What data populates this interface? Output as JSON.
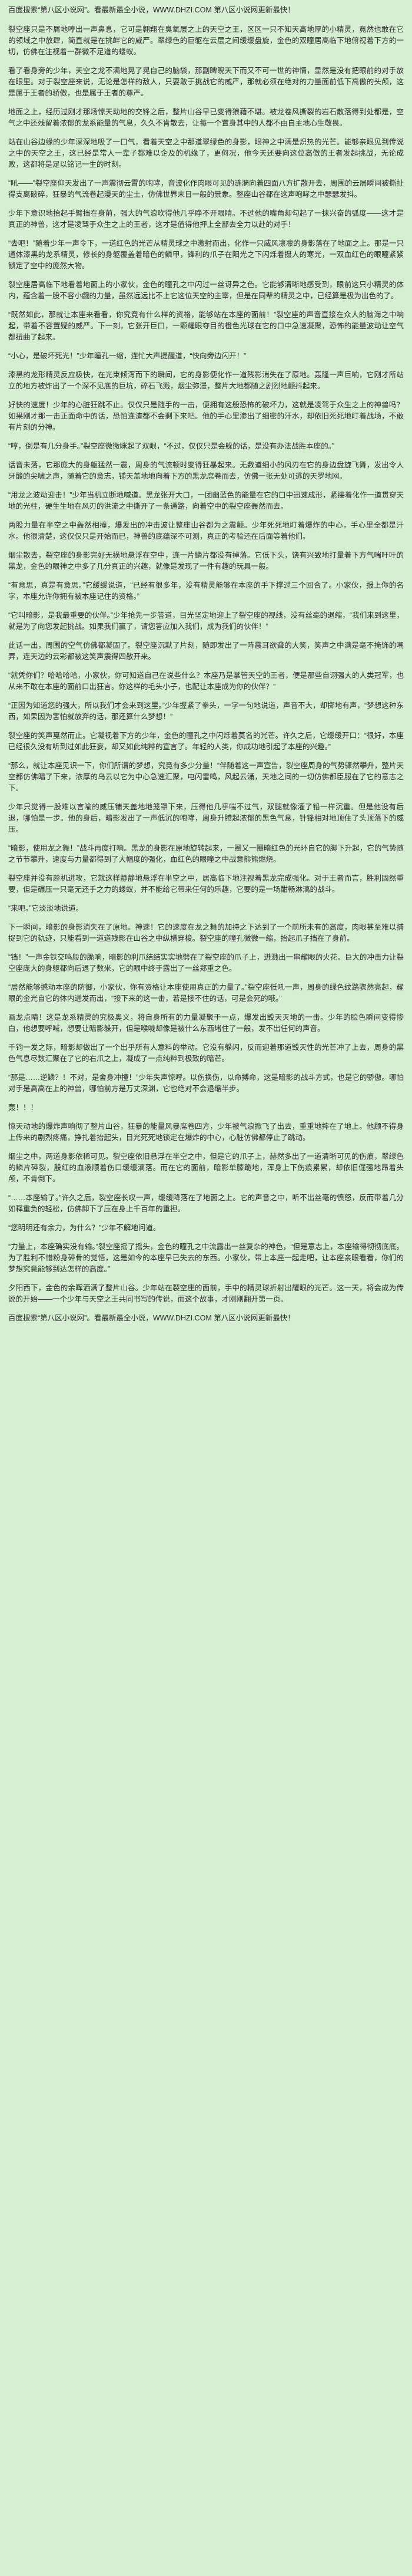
{
  "page": {
    "background_color": "#d6eed2",
    "text_color": "#2b2b2b"
  },
  "header": {
    "site_line": "百度搜索“第八区小说网”。看最新最全小说，WWW.DHZI.COM 第八区小说网更新最快！"
  },
  "footer": {
    "site_line": "百度搜索“第八区小说网”。看最新最全小说，WWW.DHZI.COM 第八区小说网更新最快！"
  },
  "content": {
    "paragraphs": [
      "裂空座只是不屑地哼出一声鼻息，它可是翱翔在臭氧层之上的天空之王，区区一只不知天高地厚的小精灵，竟然也敢在它的领域之中放肆，简直就是在挑衅它的威严。翠绿色的巨躯在云层之间缓缓盘旋，金色的双瞳居高临下地俯视着下方的一切，仿佛在注视着一群微不足道的蝼蚁。",
      "看了看身旁的少年，天空之龙不满地晃了晃自己的脑袋，那副睥睨天下而又不可一世的神情，显然是没有把眼前的对手放在眼里。对于裂空座来说，无论是怎样的敌人，只要敢于挑战它的威严，那就必须在绝对的力量面前低下高傲的头颅，这是属于王者的骄傲，也是属于王者的尊严。",
      "地面之上，经历过刚才那场惊天动地的交锋之后，整片山谷早已变得狼藉不堪。被龙卷风撕裂的岩石散落得到处都是，空气之中还残留着浓郁的龙系能量的气息，久久不肯散去，让每一个置身其中的人都不由自主地心生敬畏。",
      "站在山谷边缘的少年深深地吸了一口气，看着天空之中那道翠绿色的身影，眼神之中满是炽热的光芒。能够亲眼见到传说之中的天空之王，这已经是常人一辈子都难以企及的机缘了，更何况，他今天还要向这位高傲的王者发起挑战，无论成败，这都将是足以铭记一生的时刻。",
      "“吼——”裂空座仰天发出了一声震彻云霄的咆哮，音波化作肉眼可见的涟漪向着四面八方扩散开去，周围的云层瞬间被撕扯得支离破碎，狂暴的气流卷起漫天的尘土，仿佛世界末日一般的景象。整座山谷都在这声咆哮之中瑟瑟发抖。",
      "少年下意识地抬起手臂挡在身前，强大的气浪吹得他几乎睁不开眼睛。不过他的嘴角却勾起了一抹兴奋的弧度——这才是真正的神兽，这才是凌驾于众生之上的王者，这才是值得他押上全部去全力以赴的对手！",
      "“去吧！”随着少年一声令下，一道红色的光芒从精灵球之中激射而出，化作一只威风凛凛的身影落在了地面之上。那是一只通体漆黑的龙系精灵，修长的身躯覆盖着暗色的鳞甲，锋利的爪子在阳光之下闪烁着摄人的寒光，一双血红色的眼瞳紧紧锁定了空中的庞然大物。",
      "裂空座居高临下地看着地面上的小家伙，金色的瞳孔之中闪过一丝讶异之色。它能够清晰地感受到，眼前这只小精灵的体内，蕴含着一股不容小觑的力量，虽然远远比不上它这位天空的主宰，但是在同辈的精灵之中，已经算是极为出色的了。",
      "“既然如此，那就让本座来看看，你究竟有什么样的资格，能够站在本座的面前！”裂空座的声音直接在众人的脑海之中响起，带着不容置疑的威严。下一刻，它张开巨口，一颗耀眼夺目的橙色光球在它的口中急速凝聚，恐怖的能量波动让空气都扭曲了起来。",
      "“小心，是破坏死光！”少年瞳孔一缩，连忙大声提醒道，“快向旁边闪开！”",
      "漆黑的龙形精灵反应极快，在光束倾泻而下的瞬间，它的身影便化作一道残影消失在了原地。轰隆一声巨响，它刚才所站立的地方被炸出了一个深不见底的巨坑，碎石飞溅，烟尘弥漫，整片大地都随之剧烈地颤抖起来。",
      "好快的速度！少年的心脏狂跳不止。仅仅只是随手的一击，便拥有这般恐怖的破坏力，这就是凌驾于众生之上的神兽吗？如果刚才那一击正面命中的话，恐怕连渣都不会剩下来吧。他的手心里渗出了细密的汗水，却依旧死死地盯着战场，不敢有片刻的分神。",
      "“哼，倒是有几分身手。”裂空座微微眯起了双眼，“不过，仅仅只是会躲的话，是没有办法战胜本座的。”",
      "话音未落，它那庞大的身躯猛然一震，周身的气流顿时变得狂暴起来。无数道细小的风刃在它的身边盘旋飞舞，发出令人牙酸的尖啸之声，随着它的意志，铺天盖地地向着下方的黑龙席卷而去，仿佛一张无处可逃的天罗地网。",
      "“用龙之波动迎击！”少年当机立断地喊道。黑龙张开大口，一团幽蓝色的能量在它的口中迅速成形，紧接着化作一道贯穿天地的光柱，硬生生地在风刃的洪流之中撕开了一条通路，向着空中的裂空座轰然而去。",
      "两股力量在半空之中轰然相撞，爆发出的冲击波让整座山谷都为之震颤。少年死死地盯着爆炸的中心，手心里全都是汗水。他很清楚，这仅仅只是开始而已，神兽的底蕴深不可测，真正的考验还在后面等着他们。",
      "烟尘散去，裂空座的身影完好无损地悬浮在空中，连一片鳞片都没有掉落。它低下头，饶有兴致地打量着下方气喘吁吁的黑龙，金色的眼神之中多了几分真正的兴趣，就像是发现了一件有趣的玩具一般。",
      "“有意思，真是有意思。”它缓缓说道，“已经有很多年，没有精灵能够在本座的手下撑过三个回合了。小家伙，报上你的名字，本座允许你拥有被本座记住的资格。”",
      "“它叫暗影，是我最重要的伙伴。”少年抢先一步答道，目光坚定地迎上了裂空座的视线，没有丝毫的退缩，“我们来到这里，就是为了向您发起挑战。如果我们赢了，请您答应加入我们，成为我们的伙伴！”",
      "此话一出，周围的空气仿佛都凝固了。裂空座沉默了片刻，随即发出了一阵震耳欲聋的大笑，笑声之中满是毫不掩饰的嘲弄，连天边的云彩都被这笑声震得四散开来。",
      "“就凭你们？哈哈哈哈，小家伙，你可知道自己在说些什么？本座乃是掌管天空的王者，便是那些自诩强大的人类冠军，也从来不敢在本座的面前口出狂言。你这样的毛头小子，也配让本座成为你的伙伴？”",
      "“正因为知道您的强大，所以我们才会来到这里。”少年握紧了拳头，一字一句地说道，声音不大，却掷地有声，“梦想这种东西，如果因为害怕就放弃的话，那还算什么梦想！”",
      "裂空座的笑声戛然而止。它凝视着下方的少年，金色的瞳孔之中闪烁着莫名的光芒。许久之后，它缓缓开口：“很好，本座已经很久没有听到过如此狂妄，却又如此纯粹的宣言了。年轻的人类，你成功地引起了本座的兴趣。”",
      "“那么，就让本座见识一下，你们所谓的梦想，究竟有多少分量！”伴随着这一声宣告，裂空座周身的气势骤然攀升，整片天空都仿佛暗了下来，浓厚的乌云以它为中心急速汇聚，电闪雷鸣，风起云涌，天地之间的一切仿佛都臣服在了它的意志之下。",
      "少年只觉得一股难以言喻的威压铺天盖地地笼罩下来，压得他几乎喘不过气，双腿就像灌了铅一样沉重。但是他没有后退，哪怕是一步。他的身后，暗影发出了一声低沉的咆哮，周身升腾起浓郁的黑色气息，针锋相对地顶住了头顶落下的威压。",
      "“暗影，使用龙之舞！”战斗再度打响。黑龙的身影在原地旋转起来，一圈又一圈暗红色的光环自它的脚下升起，它的气势随之节节攀升，速度与力量都得到了大幅度的强化，血红色的眼瞳之中战意熊熊燃烧。",
      "裂空座并没有趁机进攻，它就这样静静地悬浮在半空之中，居高临下地注视着黑龙完成强化。对于王者而言，胜利固然重要，但是碾压一只毫无还手之力的蝼蚁，并不能给它带来任何的乐趣，它要的是一场酣畅淋漓的战斗。",
      "“来吧。”它淡淡地说道。",
      "下一瞬间，暗影的身影消失在了原地。神速！它的速度在龙之舞的加持之下达到了一个前所未有的高度，肉眼甚至难以捕捉到它的轨迹，只能看到一道道残影在山谷之中纵横穿梭。裂空座的瞳孔微微一缩，抬起爪子挡在了身前。",
      "“铛！”一声金铁交鸣般的脆响，暗影的利爪结结实实地劈在了裂空座的爪子上，迸溅出一串耀眼的火花。巨大的冲击力让裂空座庞大的身躯都向后退了数米，它的眼中终于露出了一丝郑重之色。",
      "“居然能够撼动本座的防御，小家伙，你有资格让本座使用真正的力量了。”裂空座低吼一声，周身的绿色纹路骤然亮起，耀眼的金光自它的体内迸发而出，“接下来的这一击，若是接不住的话，可是会死的哦。”",
      "画龙点睛！这是龙系精灵的究极奥义，将自身所有的力量凝聚于一点，爆发出毁天灭地的一击。少年的脸色瞬间变得惨白，他想要呼喊，想要让暗影躲开，但是喉咙却像是被什么东西堵住了一般，发不出任何的声音。",
      "千钧一发之际，暗影却做出了一个出乎所有人意料的举动。它没有躲闪，反而迎着那道毁灭性的光芒冲了上去，周身的黑色气息尽数汇聚在了它的右爪之上，凝成了一点纯粹到极致的暗芒。",
      "“那是……逆鳞？！不对，是舍身冲撞！”少年失声惊呼。以伤换伤，以命搏命，这是暗影的战斗方式，也是它的骄傲。哪怕对手是高高在上的神兽，哪怕前方是万丈深渊，它也绝对不会退缩半步。",
      "轰！！！",
      "惊天动地的爆炸声响彻了整片山谷，狂暴的能量风暴席卷四方，少年被气浪掀飞了出去，重重地摔在了地上。他顾不得身上传来的剧烈疼痛，挣扎着抬起头，目光死死地锁定在爆炸的中心，心脏仿佛都停止了跳动。",
      "烟尘之中，两道身影依稀可见。裂空座依旧悬浮在半空之中，但是它的爪子上，赫然多出了一道清晰可见的伤痕，翠绿色的鳞片碎裂，殷红的血液顺着伤口缓缓滴落。而在它的面前，暗影单膝跪地，浑身上下伤痕累累，却依旧倔强地昂着头颅，不肯倒下。",
      "“……本座输了。”许久之后，裂空座长叹一声，缓缓降落在了地面之上。它的声音之中，听不出丝毫的愤怒，反而带着几分如释重负的轻松，仿佛卸下了压在身上千百年的重担。",
      "“您明明还有余力，为什么？”少年不解地问道。",
      "“力量上，本座确实没有输。”裂空座摇了摇头，金色的瞳孔之中流露出一丝复杂的神色，“但是意志上，本座输得彻彻底底。为了胜利不惜粉身碎骨的觉悟，这是如今的本座早已失去的东西。小家伙，带上本座一起走吧，让本座亲眼看看，你们的梦想究竟能够到达怎样的高度。”",
      "夕阳西下，金色的余晖洒满了整片山谷。少年站在裂空座的面前，手中的精灵球折射出耀眼的光芒。这一天，将会成为传说的开始——一个少年与天空之王共同书写的传说，而这个故事，才刚刚翻开第一页。"
    ]
  }
}
